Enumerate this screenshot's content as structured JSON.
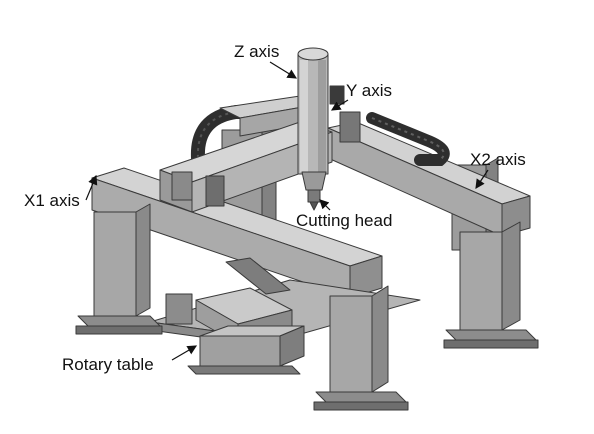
{
  "labels": {
    "z_axis": "Z axis",
    "y_axis": "Y axis",
    "x1_axis": "X1 axis",
    "x2_axis": "X2 axis",
    "cutting_head": "Cutting head",
    "rotary_table": "Rotary table"
  },
  "colors": {
    "background": "#ffffff",
    "metal_light": "#c9c9c9",
    "metal_mid": "#a8a8a8",
    "metal_dark": "#7c7c7c",
    "chain": "#2e2e2e",
    "label_text": "#111111"
  }
}
